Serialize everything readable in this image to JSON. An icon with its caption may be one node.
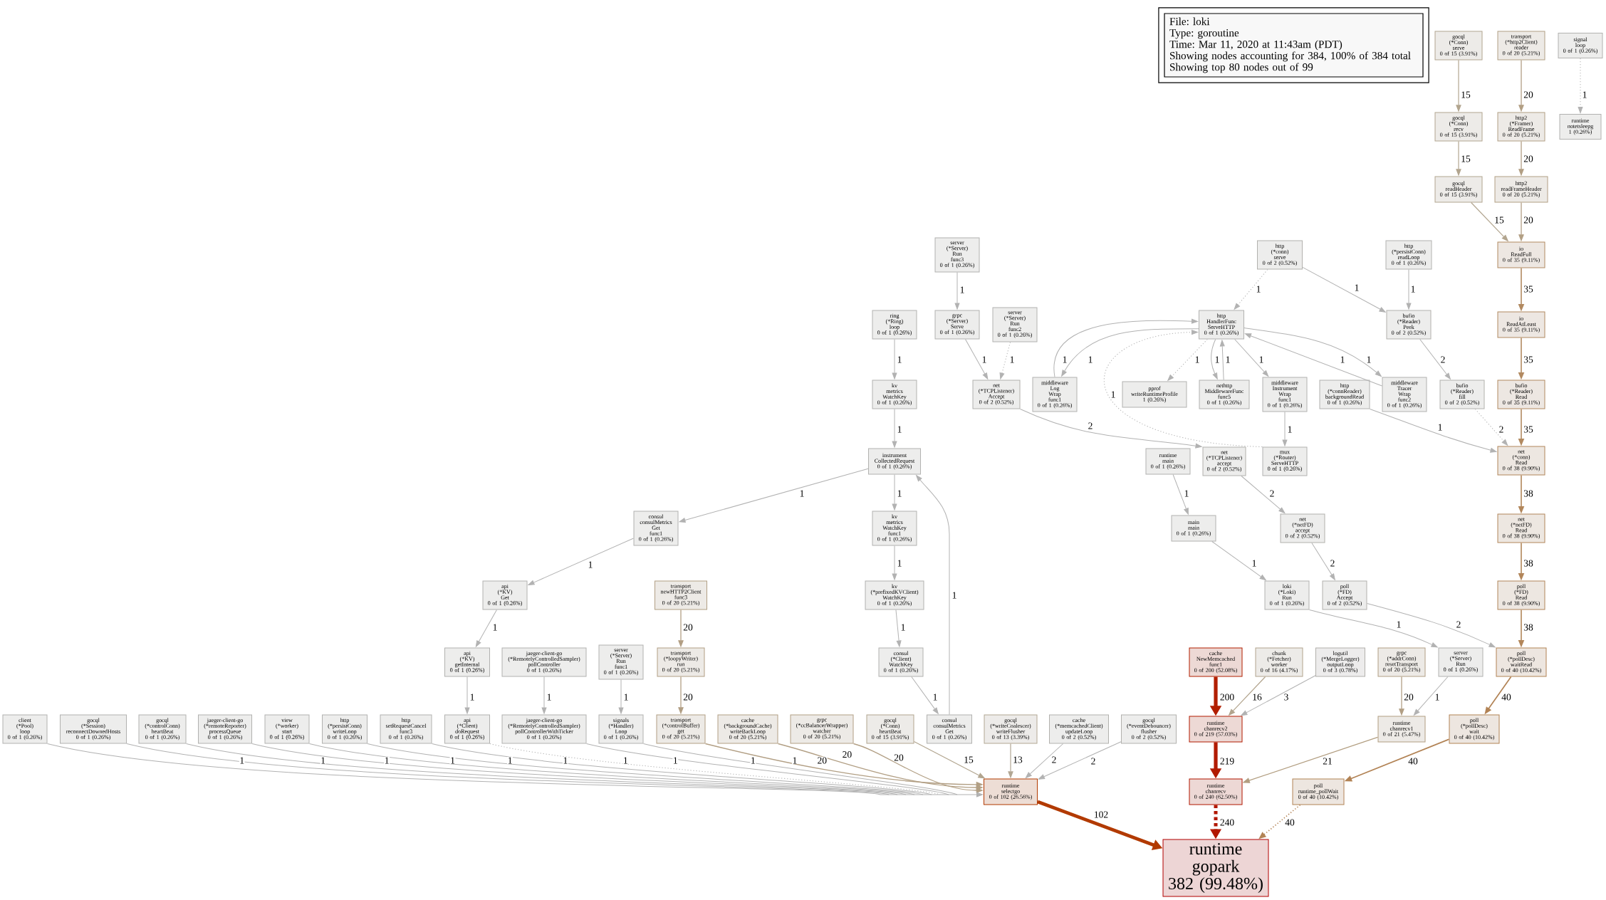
{
  "diagram": {
    "nodes": [
      {
        "text": [
          "File: loki",
          "Type: goroutine",
          "Time: Mar 11, 2020 at 11:43am (PDT)",
          "Showing nodes accounting for 384, 100% of 384 total",
          "Showing top 80 nodes out of 99"
        ]
      },
      {
        "text": [
          "gocql (*Conn) serve",
          "0 of 15 (3.91%)"
        ]
      },
      {
        "text": [
          "transport (*http2Client) reader",
          "0 of 20 (5.21%)"
        ]
      },
      {
        "text": [
          "signal loop",
          "0 of 1 (0.26%)"
        ]
      },
      {
        "text": [
          "gocql (*Conn) recv",
          "0 of 15 (3.91%)"
        ]
      },
      {
        "text": [
          "http2 (*Framer) ReadFrame",
          "0 of 20 (5.21%)"
        ]
      },
      {
        "text": [
          "runtime notetsleepg",
          "1 (0.26%)"
        ]
      },
      {
        "text": [
          "gocql readHeader",
          "0 of 15 (3.91%)"
        ]
      },
      {
        "text": [
          "http2 readFrameHeader",
          "0 of 20 (5.21%)"
        ]
      },
      {
        "text": [
          "server (*Server) Run func3",
          "0 of 1 (0.26%)"
        ]
      },
      {
        "text": [
          "http (*conn) serve",
          "0 of 2 (0.52%)"
        ]
      },
      {
        "text": [
          "http (*persistConn) readLoop",
          "0 of 1 (0.26%)"
        ]
      },
      {
        "text": [
          "io ReadFull",
          "0 of 35 (9.11%)"
        ]
      },
      {
        "text": [
          "ring (*Ring) loop",
          "0 of 1 (0.26%)"
        ]
      },
      {
        "text": [
          "grpc (*Server) Serve",
          "0 of 1 (0.26%)"
        ]
      },
      {
        "text": [
          "server (*Server) Run func2",
          "0 of 1 (0.26%)"
        ]
      },
      {
        "text": [
          "http HandlerFunc ServeHTTP",
          "0 of 1 (0.26%)"
        ]
      },
      {
        "text": [
          "bufio (*Reader) Peek",
          "0 of 2 (0.52%)"
        ]
      },
      {
        "text": [
          "io ReadAtLeast",
          "0 of 35 (9.11%)"
        ]
      },
      {
        "text": [
          "kv metrics WatchKey",
          "0 of 1 (0.26%)"
        ]
      },
      {
        "text": [
          "net (*TCPListener) Accept",
          "0 of 2 (0.52%)"
        ]
      },
      {
        "text": [
          "middleware Log Wrap func1",
          "0 of 1 (0.26%)"
        ]
      },
      {
        "text": [
          "pprof writeRuntimeProfile",
          "1 (0.26%)"
        ]
      },
      {
        "text": [
          "nethttp MiddlewareFunc func5",
          "0 of 1 (0.26%)"
        ]
      },
      {
        "text": [
          "middleware Instrument Wrap func1",
          "0 of 1 (0.26%)"
        ]
      },
      {
        "text": [
          "http (*connReader) backgroundRead",
          "0 of 1 (0.26%)"
        ]
      },
      {
        "text": [
          "middleware Tracer Wrap func2",
          "0 of 1 (0.26%)"
        ]
      },
      {
        "text": [
          "bufio (*Reader) fill",
          "0 of 2 (0.52%)"
        ]
      },
      {
        "text": [
          "bufio (*Reader) Read",
          "0 of 35 (9.11%)"
        ]
      },
      {
        "text": [
          "instrument CollectedRequest",
          "0 of 1 (0.26%)"
        ]
      },
      {
        "text": [
          "runtime main",
          "0 of 1 (0.26%)"
        ]
      },
      {
        "text": [
          "net (*TCPListener) accept",
          "0 of 2 (0.52%)"
        ]
      },
      {
        "text": [
          "mux (*Router) ServeHTTP",
          "0 of 1 (0.26%)"
        ]
      },
      {
        "text": [
          "net (*conn) Read",
          "0 of 38 (9.90%)"
        ]
      },
      {
        "text": [
          "consul consulMetrics Get func1",
          "0 of 1 (0.26%)"
        ]
      },
      {
        "text": [
          "kv metrics WatchKey func1",
          "0 of 1 (0.26%)"
        ]
      },
      {
        "text": [
          "main main",
          "0 of 1 (0.26%)"
        ]
      },
      {
        "text": [
          "net (*netFD) accept",
          "0 of 2 (0.52%)"
        ]
      },
      {
        "text": [
          "net (*netFD) Read",
          "0 of 38 (9.90%)"
        ]
      },
      {
        "text": [
          "api (*KV) Get",
          "0 of 1 (0.26%)"
        ]
      },
      {
        "text": [
          "transport newHTTP2Client func3",
          "0 of 20 (5.21%)"
        ]
      },
      {
        "text": [
          "kv (*prefixedKVClient) WatchKey",
          "0 of 1 (0.26%)"
        ]
      },
      {
        "text": [
          "loki (*Loki) Run",
          "0 of 1 (0.26%)"
        ]
      },
      {
        "text": [
          "poll (*FD) Accept",
          "0 of 2 (0.52%)"
        ]
      },
      {
        "text": [
          "poll (*FD) Read",
          "0 of 38 (9.90%)"
        ]
      },
      {
        "text": [
          "api (*KV) getInternal",
          "0 of 1 (0.26%)"
        ]
      },
      {
        "text": [
          "jaeger-client-go (*RemotelyControlledSampler) pollController",
          "0 of 1 (0.26%)"
        ]
      },
      {
        "text": [
          "server (*Server) Run func1",
          "0 of 1 (0.26%)"
        ]
      },
      {
        "text": [
          "transport (*loopyWriter) run",
          "0 of 20 (5.21%)"
        ]
      },
      {
        "text": [
          "consul (*Client) WatchKey",
          "0 of 1 (0.26%)"
        ]
      },
      {
        "text": [
          "cache NewMemcached func1",
          "0 of 200 (52.08%)"
        ]
      },
      {
        "text": [
          "chunk (*Fetcher) worker",
          "0 of 16 (4.17%)"
        ]
      },
      {
        "text": [
          "logutil (*MergeLogger) outputLoop",
          "0 of 3 (0.78%)"
        ]
      },
      {
        "text": [
          "grpc (*addrConn) resetTransport",
          "0 of 20 (5.21%)"
        ]
      },
      {
        "text": [
          "server (*Server) Run",
          "0 of 1 (0.26%)"
        ]
      },
      {
        "text": [
          "poll (*pollDesc) waitRead",
          "0 of 40 (10.42%)"
        ]
      },
      {
        "text": [
          "client (*Pool) loop",
          "0 of 1 (0.26%)"
        ]
      },
      {
        "text": [
          "gocql (*Session) reconnectDownedHosts",
          "0 of 1 (0.26%)"
        ]
      },
      {
        "text": [
          "gocql (*controlConn) heartBeat",
          "0 of 1 (0.26%)"
        ]
      },
      {
        "text": [
          "jaeger-client-go (*remoteReporter) processQueue",
          "0 of 1 (0.26%)"
        ]
      },
      {
        "text": [
          "view (*worker) start",
          "0 of 1 (0.26%)"
        ]
      },
      {
        "text": [
          "http (*persistConn) writeLoop",
          "0 of 1 (0.26%)"
        ]
      },
      {
        "text": [
          "http setRequestCancel func3",
          "0 of 1 (0.26%)"
        ]
      },
      {
        "text": [
          "api (*Client) doRequest",
          "0 of 1 (0.26%)"
        ]
      },
      {
        "text": [
          "jaeger-client-go (*RemotelyControlledSampler) pollControllerWithTicker",
          "0 of 1 (0.26%)"
        ]
      },
      {
        "text": [
          "signals (*Handler) Loop",
          "0 of 1 (0.26%)"
        ]
      },
      {
        "text": [
          "transport (*controlBuffer) get",
          "0 of 20 (5.21%)"
        ]
      },
      {
        "text": [
          "cache (*backgroundCache) writeBackLoop",
          "0 of 20 (5.21%)"
        ]
      },
      {
        "text": [
          "grpc (*ccBalancerWrapper) watcher",
          "0 of 20 (5.21%)"
        ]
      },
      {
        "text": [
          "gocql (*Conn) heartBeat",
          "0 of 15 (3.91%)"
        ]
      },
      {
        "text": [
          "consul consulMetrics Get",
          "0 of 1 (0.26%)"
        ]
      },
      {
        "text": [
          "gocql (*writeCoalescer) writeFlusher",
          "0 of 13 (3.39%)"
        ]
      },
      {
        "text": [
          "cache (*memcachedClient) updateLoop",
          "0 of 2 (0.52%)"
        ]
      },
      {
        "text": [
          "gocql (*eventDebouncer) flusher",
          "0 of 2 (0.52%)"
        ]
      },
      {
        "text": [
          "runtime chanrecv2",
          "0 of 219 (57.03%)"
        ]
      },
      {
        "text": [
          "runtime chanrecv1",
          "0 of 21 (5.47%)"
        ]
      },
      {
        "text": [
          "poll (*pollDesc) wait",
          "0 of 40 (10.42%)"
        ]
      },
      {
        "text": [
          "runtime selectgo",
          "0 of 102 (26.56%)"
        ]
      },
      {
        "text": [
          "runtime chanrecv",
          "0 of 240 (62.50%)"
        ]
      },
      {
        "text": [
          "poll runtime_pollWait",
          "0 of 40 (10.42%)"
        ]
      },
      {
        "text": [
          "runtime gopark",
          "382 (99.48%)"
        ]
      }
    ],
    "edges": [
      {
        "from": 1,
        "to": 4,
        "arrow": "to",
        "label": "15",
        "color": "#b2a58f"
      },
      {
        "from": 2,
        "to": 5,
        "arrow": "to",
        "label": "20",
        "color": "#b29f84"
      },
      {
        "from": 3,
        "to": 6,
        "arrow": "to",
        "label": "1",
        "style": "dashed"
      },
      {
        "from": 4,
        "to": 7,
        "arrow": "to",
        "label": "15",
        "color": "#b2a58f"
      },
      {
        "from": 5,
        "to": 8,
        "arrow": "to",
        "label": "20",
        "color": "#b29f84"
      },
      {
        "from": 7,
        "to": 12,
        "arrow": "to",
        "label": "15",
        "color": "#b2a58f"
      },
      {
        "from": 8,
        "to": 12,
        "arrow": "to",
        "label": "20",
        "color": "#b29f84"
      },
      {
        "from": 9,
        "to": 14,
        "arrow": "to",
        "label": "1"
      },
      {
        "from": 10,
        "to": 16,
        "arrow": "to",
        "label": "1",
        "style": "dashed"
      },
      {
        "from": 10,
        "to": 17,
        "arrow": "to",
        "label": "1"
      },
      {
        "from": 11,
        "to": 17,
        "arrow": "to",
        "label": "1"
      },
      {
        "from": 12,
        "to": 18,
        "arrow": "to",
        "label": "35",
        "color": "#b28a61"
      },
      {
        "from": 13,
        "to": 19,
        "arrow": "to",
        "label": "1"
      },
      {
        "from": 14,
        "to": 20,
        "arrow": "to",
        "label": "1"
      },
      {
        "from": 15,
        "to": 20,
        "arrow": "to",
        "label": "1",
        "style": "dashed"
      },
      {
        "from": 16,
        "to": 21,
        "arrow": "to",
        "label": "1"
      },
      {
        "from": 21,
        "to": 16,
        "arrow": "to",
        "label": "1"
      },
      {
        "from": 16,
        "to": 22,
        "arrow": "to",
        "label": "1",
        "style": "dashed"
      },
      {
        "from": 16,
        "to": 23,
        "arrow": "to",
        "label": "1"
      },
      {
        "from": 23,
        "to": 16,
        "arrow": "to",
        "label": "1"
      },
      {
        "from": 16,
        "to": 24,
        "arrow": "to",
        "label": "1"
      },
      {
        "from": 26,
        "to": 16,
        "arrow": "to",
        "label": "1"
      },
      {
        "from": 16,
        "to": 26,
        "arrow": "to",
        "label": "1"
      },
      {
        "from": 17,
        "to": 27,
        "arrow": "to",
        "label": "2"
      },
      {
        "from": 18,
        "to": 28,
        "arrow": "to",
        "label": "35",
        "color": "#b28a61"
      },
      {
        "from": 19,
        "to": 29,
        "arrow": "to",
        "label": "1"
      },
      {
        "from": 20,
        "to": 31,
        "arrow": "to",
        "label": "2"
      },
      {
        "from": 32,
        "to": 16,
        "arrow": "to",
        "label": "1",
        "style": "dashed"
      },
      {
        "from": 24,
        "to": 32,
        "arrow": "to",
        "label": "1"
      },
      {
        "from": 25,
        "to": 33,
        "arrow": "to",
        "label": "1"
      },
      {
        "from": 27,
        "to": 33,
        "arrow": "to",
        "label": "2",
        "style": "dashed"
      },
      {
        "from": 28,
        "to": 33,
        "arrow": "to",
        "label": "35",
        "color": "#b28a61"
      },
      {
        "from": 29,
        "to": 34,
        "arrow": "to",
        "label": "1"
      },
      {
        "from": 29,
        "to": 35,
        "arrow": "to",
        "label": "1"
      },
      {
        "from": 30,
        "to": 36,
        "arrow": "to",
        "label": "1"
      },
      {
        "from": 31,
        "to": 37,
        "arrow": "to",
        "label": "2"
      },
      {
        "from": 33,
        "to": 38,
        "arrow": "to",
        "label": "38",
        "color": "#b2865a"
      },
      {
        "from": 34,
        "to": 39,
        "arrow": "to",
        "label": "1"
      },
      {
        "from": 35,
        "to": 41,
        "arrow": "to",
        "label": "1"
      },
      {
        "from": 36,
        "to": 42,
        "arrow": "to",
        "label": "1"
      },
      {
        "from": 37,
        "to": 43,
        "arrow": "to",
        "label": "2"
      },
      {
        "from": 38,
        "to": 44,
        "arrow": "to",
        "label": "38",
        "color": "#b2865a"
      },
      {
        "from": 39,
        "to": 45,
        "arrow": "to",
        "label": "1"
      },
      {
        "from": 40,
        "to": 48,
        "arrow": "to",
        "label": "20",
        "color": "#b29f84"
      },
      {
        "from": 41,
        "to": 49,
        "arrow": "to",
        "label": "1"
      },
      {
        "from": 42,
        "to": 54,
        "arrow": "to",
        "label": "1"
      },
      {
        "from": 43,
        "to": 55,
        "arrow": "to",
        "label": "2"
      },
      {
        "from": 44,
        "to": 55,
        "arrow": "to",
        "label": "38",
        "color": "#b2865a"
      },
      {
        "from": 45,
        "to": 63,
        "arrow": "to",
        "label": "1"
      },
      {
        "from": 46,
        "to": 64,
        "arrow": "to",
        "label": "1"
      },
      {
        "from": 47,
        "to": 65,
        "arrow": "to",
        "label": "1"
      },
      {
        "from": 48,
        "to": 66,
        "arrow": "to",
        "label": "20",
        "color": "#b29f84"
      },
      {
        "from": 49,
        "to": 70,
        "arrow": "to",
        "label": "1"
      },
      {
        "from": 70,
        "to": 29,
        "arrow": "to",
        "label": "1"
      },
      {
        "from": 50,
        "to": 74,
        "arrow": "to",
        "label": "200",
        "style": "thick",
        "color": "#b21f00"
      },
      {
        "from": 51,
        "to": 74,
        "arrow": "to",
        "label": "16",
        "color": "#b2a48d"
      },
      {
        "from": 52,
        "to": 74,
        "arrow": "to",
        "label": "3"
      },
      {
        "from": 53,
        "to": 75,
        "arrow": "to",
        "label": "20",
        "color": "#b29f84"
      },
      {
        "from": 54,
        "to": 75,
        "arrow": "to",
        "label": "1"
      },
      {
        "from": 55,
        "to": 76,
        "arrow": "to",
        "label": "40",
        "color": "#b28355"
      },
      {
        "from": 56,
        "to": 77,
        "arrow": "to",
        "label": "1"
      },
      {
        "from": 57,
        "to": 77,
        "arrow": "to",
        "label": "1"
      },
      {
        "from": 58,
        "to": 77,
        "arrow": "to",
        "label": "1"
      },
      {
        "from": 59,
        "to": 77,
        "arrow": "to",
        "label": "1"
      },
      {
        "from": 60,
        "to": 77,
        "arrow": "to",
        "label": "1"
      },
      {
        "from": 61,
        "to": 77,
        "arrow": "to",
        "label": "1"
      },
      {
        "from": 62,
        "to": 77,
        "arrow": "to",
        "label": "1"
      },
      {
        "from": 63,
        "to": 77,
        "arrow": "to",
        "label": "1",
        "style": "dashed"
      },
      {
        "from": 64,
        "to": 77,
        "arrow": "to",
        "label": "1"
      },
      {
        "from": 65,
        "to": 77,
        "arrow": "to",
        "label": "1"
      },
      {
        "from": 66,
        "to": 77,
        "arrow": "to",
        "label": "20",
        "color": "#b29f84"
      },
      {
        "from": 67,
        "to": 77,
        "arrow": "to",
        "label": "20",
        "color": "#b29f84"
      },
      {
        "from": 68,
        "to": 77,
        "arrow": "to",
        "label": "20",
        "color": "#b29f84"
      },
      {
        "from": 69,
        "to": 77,
        "arrow": "to",
        "label": "15",
        "color": "#b2a58f"
      },
      {
        "from": 71,
        "to": 77,
        "arrow": "to",
        "label": "13",
        "color": "#b2a794"
      },
      {
        "from": 72,
        "to": 77,
        "arrow": "to",
        "label": "2"
      },
      {
        "from": 73,
        "to": 77,
        "arrow": "to",
        "label": "2"
      },
      {
        "from": 74,
        "to": 78,
        "arrow": "to",
        "label": "219",
        "style": "thick",
        "color": "#b21b00"
      },
      {
        "from": 75,
        "to": 78,
        "arrow": "to",
        "label": "21",
        "color": "#b29e81"
      },
      {
        "from": 76,
        "to": 79,
        "arrow": "to",
        "label": "40",
        "color": "#b28355"
      },
      {
        "from": 77,
        "to": 80,
        "arrow": "to",
        "label": "102",
        "style": "thick",
        "color": "#b23a00"
      },
      {
        "from": 78,
        "to": 80,
        "arrow": "to",
        "label": "240",
        "style": "dashed",
        "color": "#b21700"
      },
      {
        "from": 79,
        "to": 80,
        "arrow": "to",
        "label": "40",
        "style": "dashed",
        "color": "#b28355"
      }
    ]
  }
}
